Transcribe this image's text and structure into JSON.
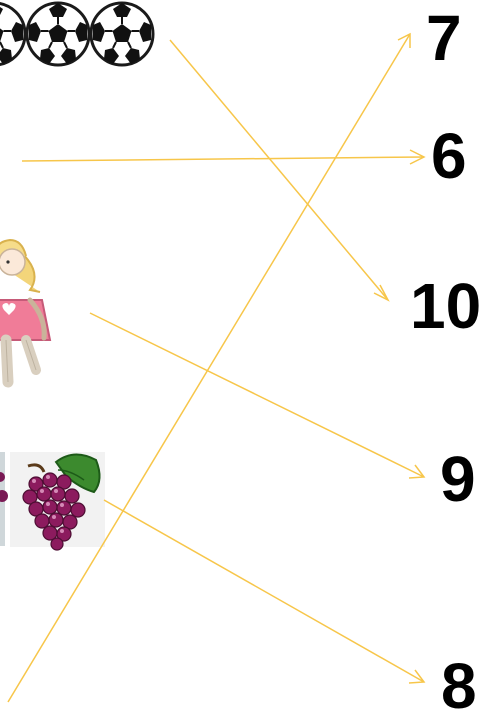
{
  "numbers": [
    "7",
    "6",
    "10",
    "9",
    "8"
  ],
  "line_color": "#F7C64A",
  "items": [
    {
      "icon": "soccer-ball-icon",
      "count_visible": 3
    },
    {
      "icon": "arrow-line"
    },
    {
      "icon": "rag-doll-icon"
    },
    {
      "icon": "grapes-icon"
    },
    {
      "icon": "arrow-line"
    }
  ]
}
